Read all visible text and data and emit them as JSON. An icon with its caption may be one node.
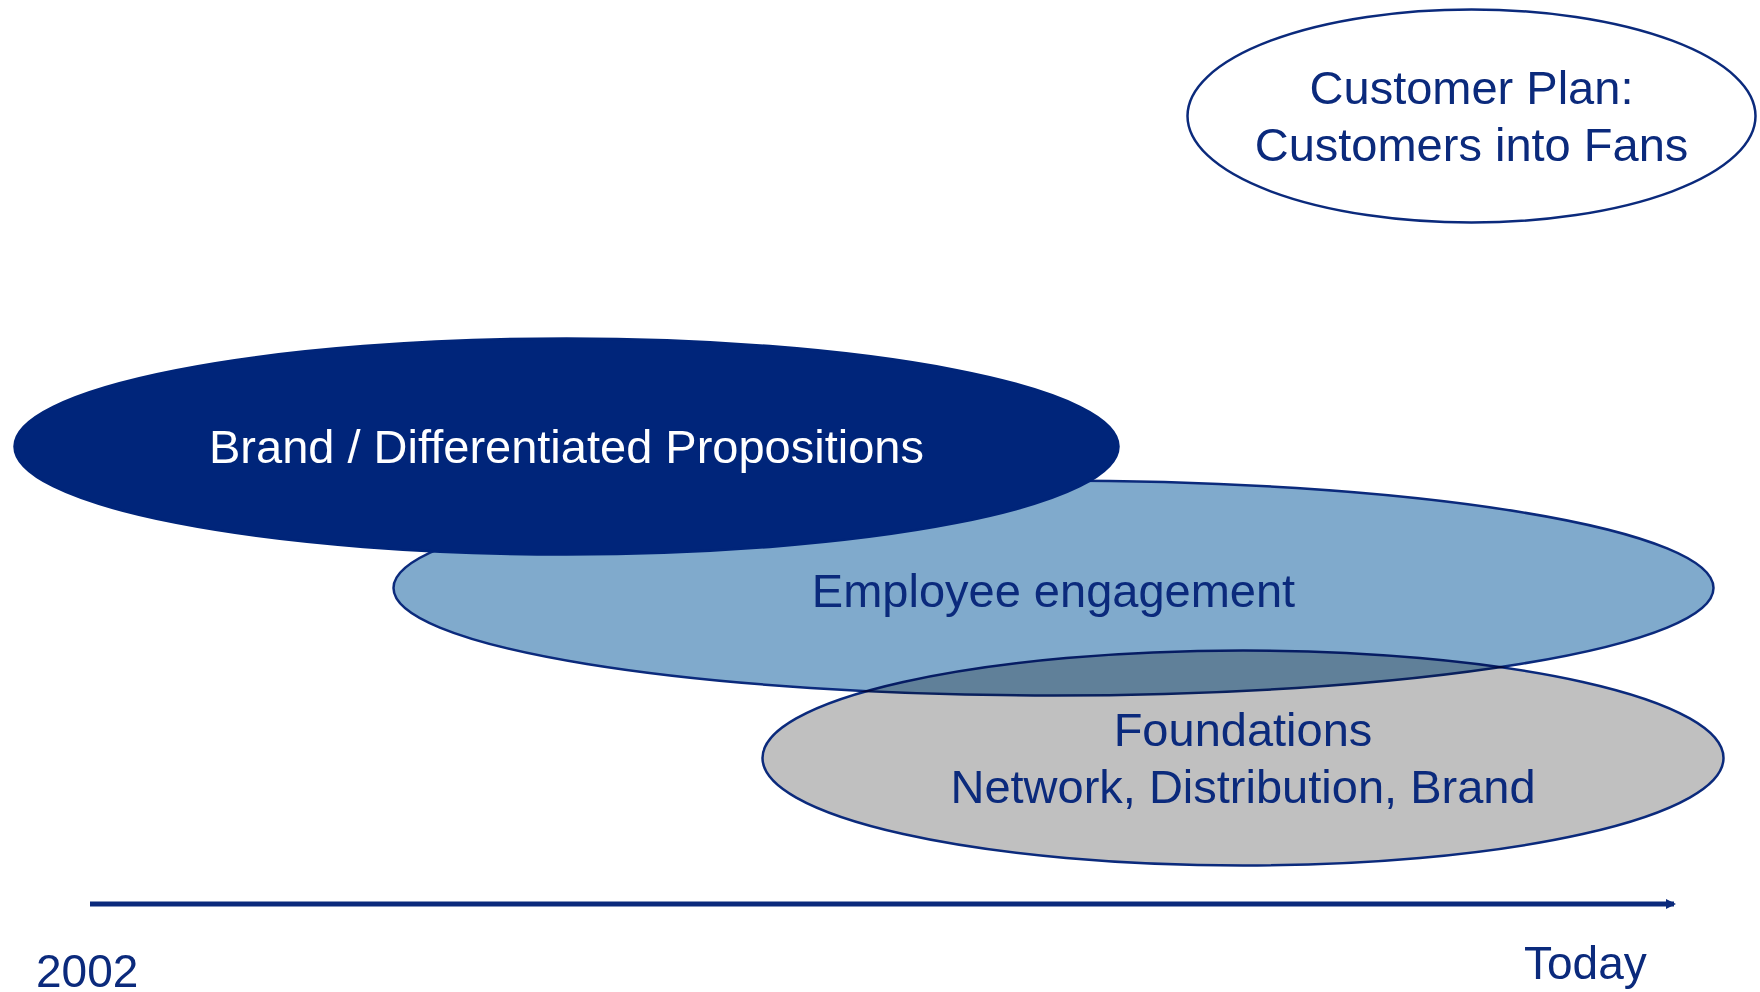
{
  "diagram": {
    "nodes": [
      {
        "text": [
          "Customer Plan: Customers into Fans"
        ]
      },
      {
        "text": [
          "Brand / Differentiated Propositions"
        ]
      },
      {
        "text": [
          "Employee engagement"
        ]
      },
      {
        "text": [
          "Foundations",
          "Network, Distribution, Brand"
        ]
      }
    ],
    "labels": [
      "2002",
      "Today"
    ]
  }
}
